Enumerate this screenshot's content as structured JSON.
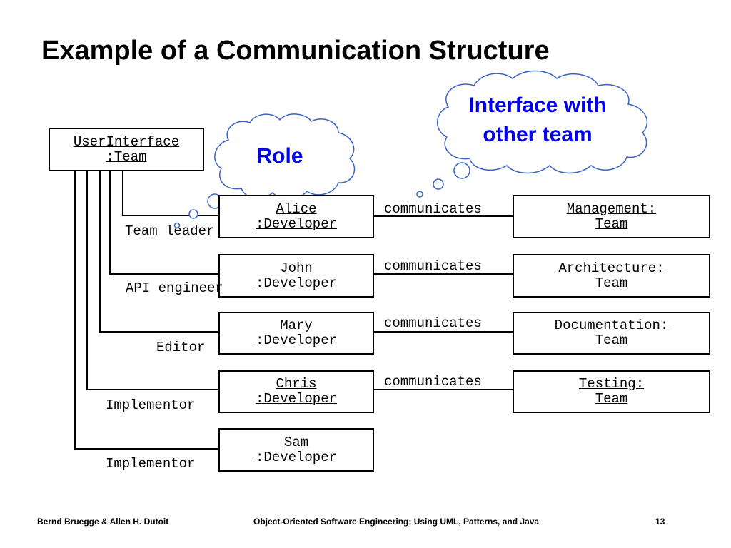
{
  "slide": {
    "title": "Example of a Communication Structure"
  },
  "clouds": {
    "role": "Role",
    "interface_line1": "Interface with",
    "interface_line2": "other team"
  },
  "team": {
    "line1": "UserInterface",
    "line2": ":Team"
  },
  "developers": [
    {
      "name": "Alice",
      "type": ":Developer",
      "role": "Team leader"
    },
    {
      "name": "John",
      "type": ":Developer",
      "role": "API engineer"
    },
    {
      "name": "Mary",
      "type": ":Developer",
      "role": "Editor"
    },
    {
      "name": "Chris",
      "type": ":Developer",
      "role": "Implementor"
    },
    {
      "name": "Sam",
      "type": ":Developer",
      "role": "Implementor"
    }
  ],
  "link_label": "communicates",
  "other_teams": [
    {
      "line1": "Management:",
      "line2": "Team"
    },
    {
      "line1": "Architecture:",
      "line2": "Team"
    },
    {
      "line1": "Documentation:",
      "line2": "Team"
    },
    {
      "line1": "Testing:",
      "line2": "Team"
    }
  ],
  "footer": {
    "left": "Bernd Bruegge & Allen H. Dutoit",
    "center": "Object-Oriented Software Engineering: Using UML, Patterns, and Java",
    "page": "13"
  },
  "colors": {
    "cloud_fill": "#ffffff",
    "cloud_stroke": "#3a63c4",
    "cloud_text": "#0000ee"
  }
}
